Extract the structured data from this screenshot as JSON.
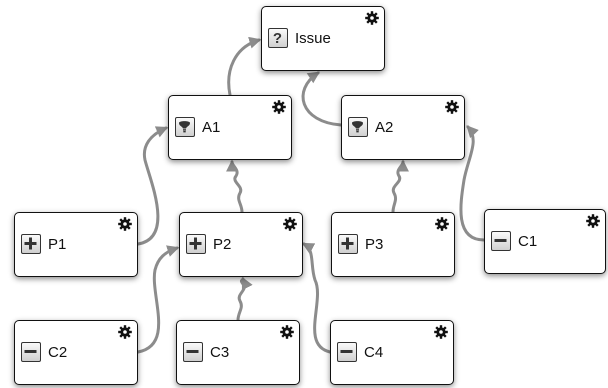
{
  "nodes": {
    "issue": {
      "label": "Issue",
      "icon": "question-icon"
    },
    "a1": {
      "label": "A1",
      "icon": "lightbulb-icon"
    },
    "a2": {
      "label": "A2",
      "icon": "lightbulb-icon"
    },
    "p1": {
      "label": "P1",
      "icon": "plus-icon"
    },
    "p2": {
      "label": "P2",
      "icon": "plus-icon"
    },
    "p3": {
      "label": "P3",
      "icon": "plus-icon"
    },
    "c1": {
      "label": "C1",
      "icon": "minus-icon"
    },
    "c2": {
      "label": "C2",
      "icon": "minus-icon"
    },
    "c3": {
      "label": "C3",
      "icon": "minus-icon"
    },
    "c4": {
      "label": "C4",
      "icon": "minus-icon"
    }
  },
  "links": [
    {
      "from": "a1",
      "to": "issue"
    },
    {
      "from": "a2",
      "to": "issue"
    },
    {
      "from": "p1",
      "to": "a1"
    },
    {
      "from": "p2",
      "to": "a1"
    },
    {
      "from": "p3",
      "to": "a2"
    },
    {
      "from": "c1",
      "to": "a2"
    },
    {
      "from": "c2",
      "to": "p2"
    },
    {
      "from": "c3",
      "to": "p2"
    },
    {
      "from": "c4",
      "to": "p2"
    }
  ],
  "colors": {
    "link": "#8c8c8c",
    "node_border": "#111111",
    "node_fill": "#ffffff"
  }
}
